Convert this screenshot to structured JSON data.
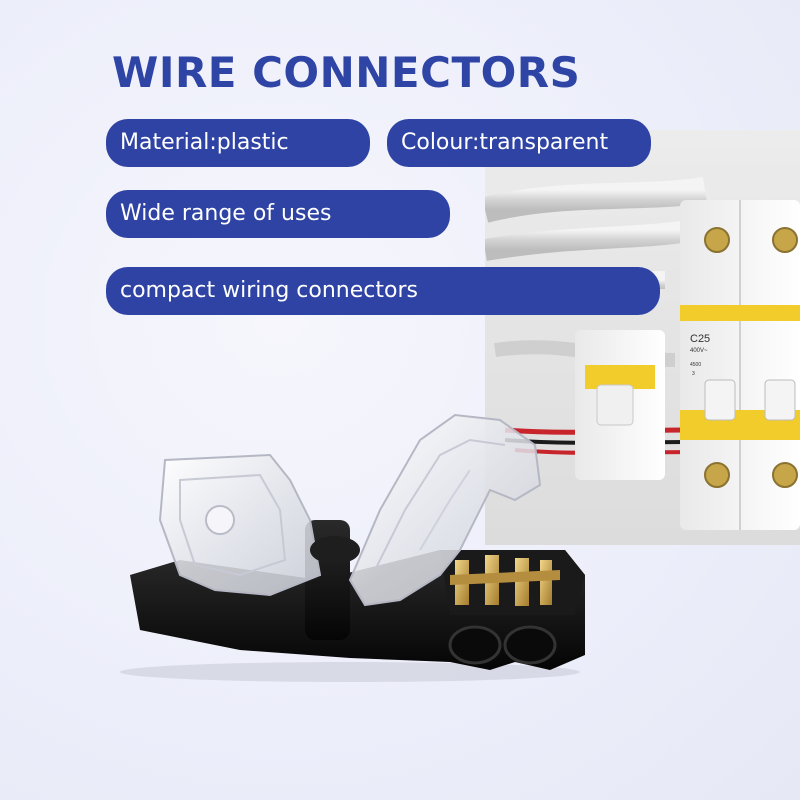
{
  "title": "WIRE CONNECTORS",
  "features": {
    "material": "Material:plastic",
    "colour": "Colour:transparent",
    "uses": "Wide range of uses",
    "compact": "compact wiring connectors"
  },
  "photo": {
    "breaker_rating": "C25",
    "breaker_voltage": "400V~",
    "breaker_code": "4500",
    "breaker_class": "3"
  },
  "colors": {
    "accent": "#2e43a3",
    "title": "#2f45a6",
    "background": "#eeeef8",
    "breaker_yellow": "#f2cc2a"
  },
  "icons": {
    "photo": "circuit-breaker-photo",
    "product": "wire-connector-product"
  }
}
